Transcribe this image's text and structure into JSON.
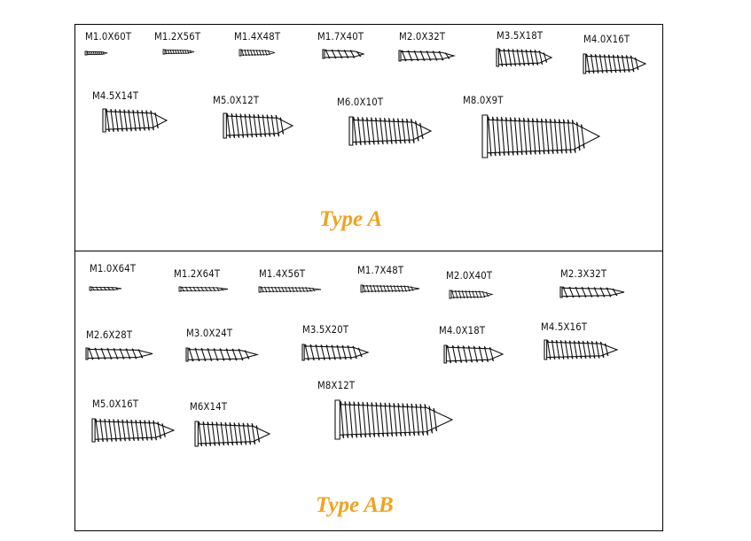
{
  "type_a": {
    "title": "Type A",
    "screws": [
      {
        "label": "M1.0X60T"
      },
      {
        "label": "M1.2X56T"
      },
      {
        "label": "M1.4X48T"
      },
      {
        "label": "M1.7X40T"
      },
      {
        "label": "M2.0X32T"
      },
      {
        "label": "M3.5X18T"
      },
      {
        "label": "M4.0X16T"
      },
      {
        "label": "M4.5X14T"
      },
      {
        "label": "M5.0X12T"
      },
      {
        "label": "M6.0X10T"
      },
      {
        "label": "M8.0X9T"
      }
    ]
  },
  "type_ab": {
    "title": "Type AB",
    "screws": [
      {
        "label": "M1.0X64T"
      },
      {
        "label": "M1.2X64T"
      },
      {
        "label": "M1.4X56T"
      },
      {
        "label": "M1.7X48T"
      },
      {
        "label": "M2.0X40T"
      },
      {
        "label": "M2.3X32T"
      },
      {
        "label": "M2.6X28T"
      },
      {
        "label": "M3.0X24T"
      },
      {
        "label": "M3.5X20T"
      },
      {
        "label": "M4.0X18T"
      },
      {
        "label": "M4.5X16T"
      },
      {
        "label": "M5.0X16T"
      },
      {
        "label": "M6X14T"
      },
      {
        "label": "M8X12T"
      }
    ]
  },
  "colors": {
    "accent": "#f0a31e",
    "line": "#000000"
  }
}
